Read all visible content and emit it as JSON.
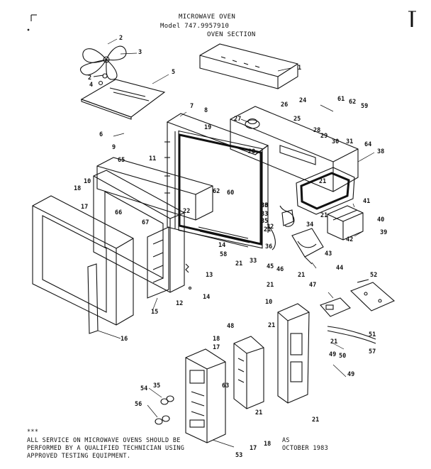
{
  "header": {
    "title": "MICROWAVE OVEN",
    "model": "Model 747.9957910",
    "section": "OVEN SECTION"
  },
  "footnote": {
    "marker": "***",
    "lines": [
      "ALL SERVICE ON MICROWAVE OVENS SHOULD BE",
      "PERFORMED BY A QUALIFIED TECHNICIAN USING",
      "APPROVED TESTING EQUIPMENT."
    ]
  },
  "date_stamp": {
    "code": "AS",
    "date": "OCTOBER 1983"
  },
  "part_labels": [
    {
      "text": "1",
      "key": "1"
    },
    {
      "text": "2",
      "key": "2"
    },
    {
      "text": "3",
      "key": "3"
    },
    {
      "text": "2",
      "key": "2b"
    },
    {
      "text": "4",
      "key": "4"
    },
    {
      "text": "5",
      "key": "5"
    },
    {
      "text": "6",
      "key": "6"
    },
    {
      "text": "7",
      "key": "7"
    },
    {
      "text": "8",
      "key": "8"
    },
    {
      "text": "9",
      "key": "9"
    },
    {
      "text": "10",
      "key": "10"
    },
    {
      "text": "10",
      "key": "10b"
    },
    {
      "text": "11",
      "key": "11"
    },
    {
      "text": "12",
      "key": "12"
    },
    {
      "text": "13",
      "key": "13"
    },
    {
      "text": "14",
      "key": "14"
    },
    {
      "text": "14",
      "key": "14b"
    },
    {
      "text": "15",
      "key": "15"
    },
    {
      "text": "16",
      "key": "16"
    },
    {
      "text": "17",
      "key": "17"
    },
    {
      "text": "17",
      "key": "17b"
    },
    {
      "text": "17",
      "key": "17c"
    },
    {
      "text": "18",
      "key": "18"
    },
    {
      "text": "18",
      "key": "18b"
    },
    {
      "text": "18",
      "key": "18c"
    },
    {
      "text": "19",
      "key": "19"
    },
    {
      "text": "20",
      "key": "20"
    },
    {
      "text": "21",
      "key": "21a"
    },
    {
      "text": "21",
      "key": "21b"
    },
    {
      "text": "21",
      "key": "21c"
    },
    {
      "text": "21",
      "key": "21d"
    },
    {
      "text": "21",
      "key": "21e"
    },
    {
      "text": "21",
      "key": "21f"
    },
    {
      "text": "21",
      "key": "21g"
    },
    {
      "text": "21",
      "key": "21h"
    },
    {
      "text": "21",
      "key": "21i"
    },
    {
      "text": "21",
      "key": "21j"
    },
    {
      "text": "22",
      "key": "22"
    },
    {
      "text": "24",
      "key": "24"
    },
    {
      "text": "25",
      "key": "25"
    },
    {
      "text": "26",
      "key": "26"
    },
    {
      "text": "27",
      "key": "27"
    },
    {
      "text": "28",
      "key": "28"
    },
    {
      "text": "29",
      "key": "29"
    },
    {
      "text": "30",
      "key": "30"
    },
    {
      "text": "31",
      "key": "31"
    },
    {
      "text": "32",
      "key": "32"
    },
    {
      "text": "33",
      "key": "33"
    },
    {
      "text": "33",
      "key": "33b"
    },
    {
      "text": "33",
      "key": "33c"
    },
    {
      "text": "34",
      "key": "34"
    },
    {
      "text": "35",
      "key": "35"
    },
    {
      "text": "35",
      "key": "35b"
    },
    {
      "text": "36",
      "key": "36"
    },
    {
      "text": "36",
      "key": "36b"
    },
    {
      "text": "38",
      "key": "38"
    },
    {
      "text": "39",
      "key": "39"
    },
    {
      "text": "40",
      "key": "40"
    },
    {
      "text": "41",
      "key": "41"
    },
    {
      "text": "42",
      "key": "42"
    },
    {
      "text": "43",
      "key": "43"
    },
    {
      "text": "44",
      "key": "44"
    },
    {
      "text": "45",
      "key": "45"
    },
    {
      "text": "46",
      "key": "46"
    },
    {
      "text": "47",
      "key": "47"
    },
    {
      "text": "48",
      "key": "48"
    },
    {
      "text": "49",
      "key": "49"
    },
    {
      "text": "49",
      "key": "49b"
    },
    {
      "text": "50",
      "key": "50"
    },
    {
      "text": "51",
      "key": "51"
    },
    {
      "text": "52",
      "key": "52"
    },
    {
      "text": "53",
      "key": "53"
    },
    {
      "text": "54",
      "key": "54"
    },
    {
      "text": "56",
      "key": "56"
    },
    {
      "text": "57",
      "key": "57"
    },
    {
      "text": "58",
      "key": "58"
    },
    {
      "text": "59",
      "key": "59"
    },
    {
      "text": "60",
      "key": "60"
    },
    {
      "text": "61",
      "key": "61"
    },
    {
      "text": "62",
      "key": "62"
    },
    {
      "text": "62",
      "key": "62b"
    },
    {
      "text": "63",
      "key": "63"
    },
    {
      "text": "64",
      "key": "64"
    },
    {
      "text": "65",
      "key": "65"
    },
    {
      "text": "66",
      "key": "66"
    },
    {
      "text": "67",
      "key": "67"
    }
  ]
}
